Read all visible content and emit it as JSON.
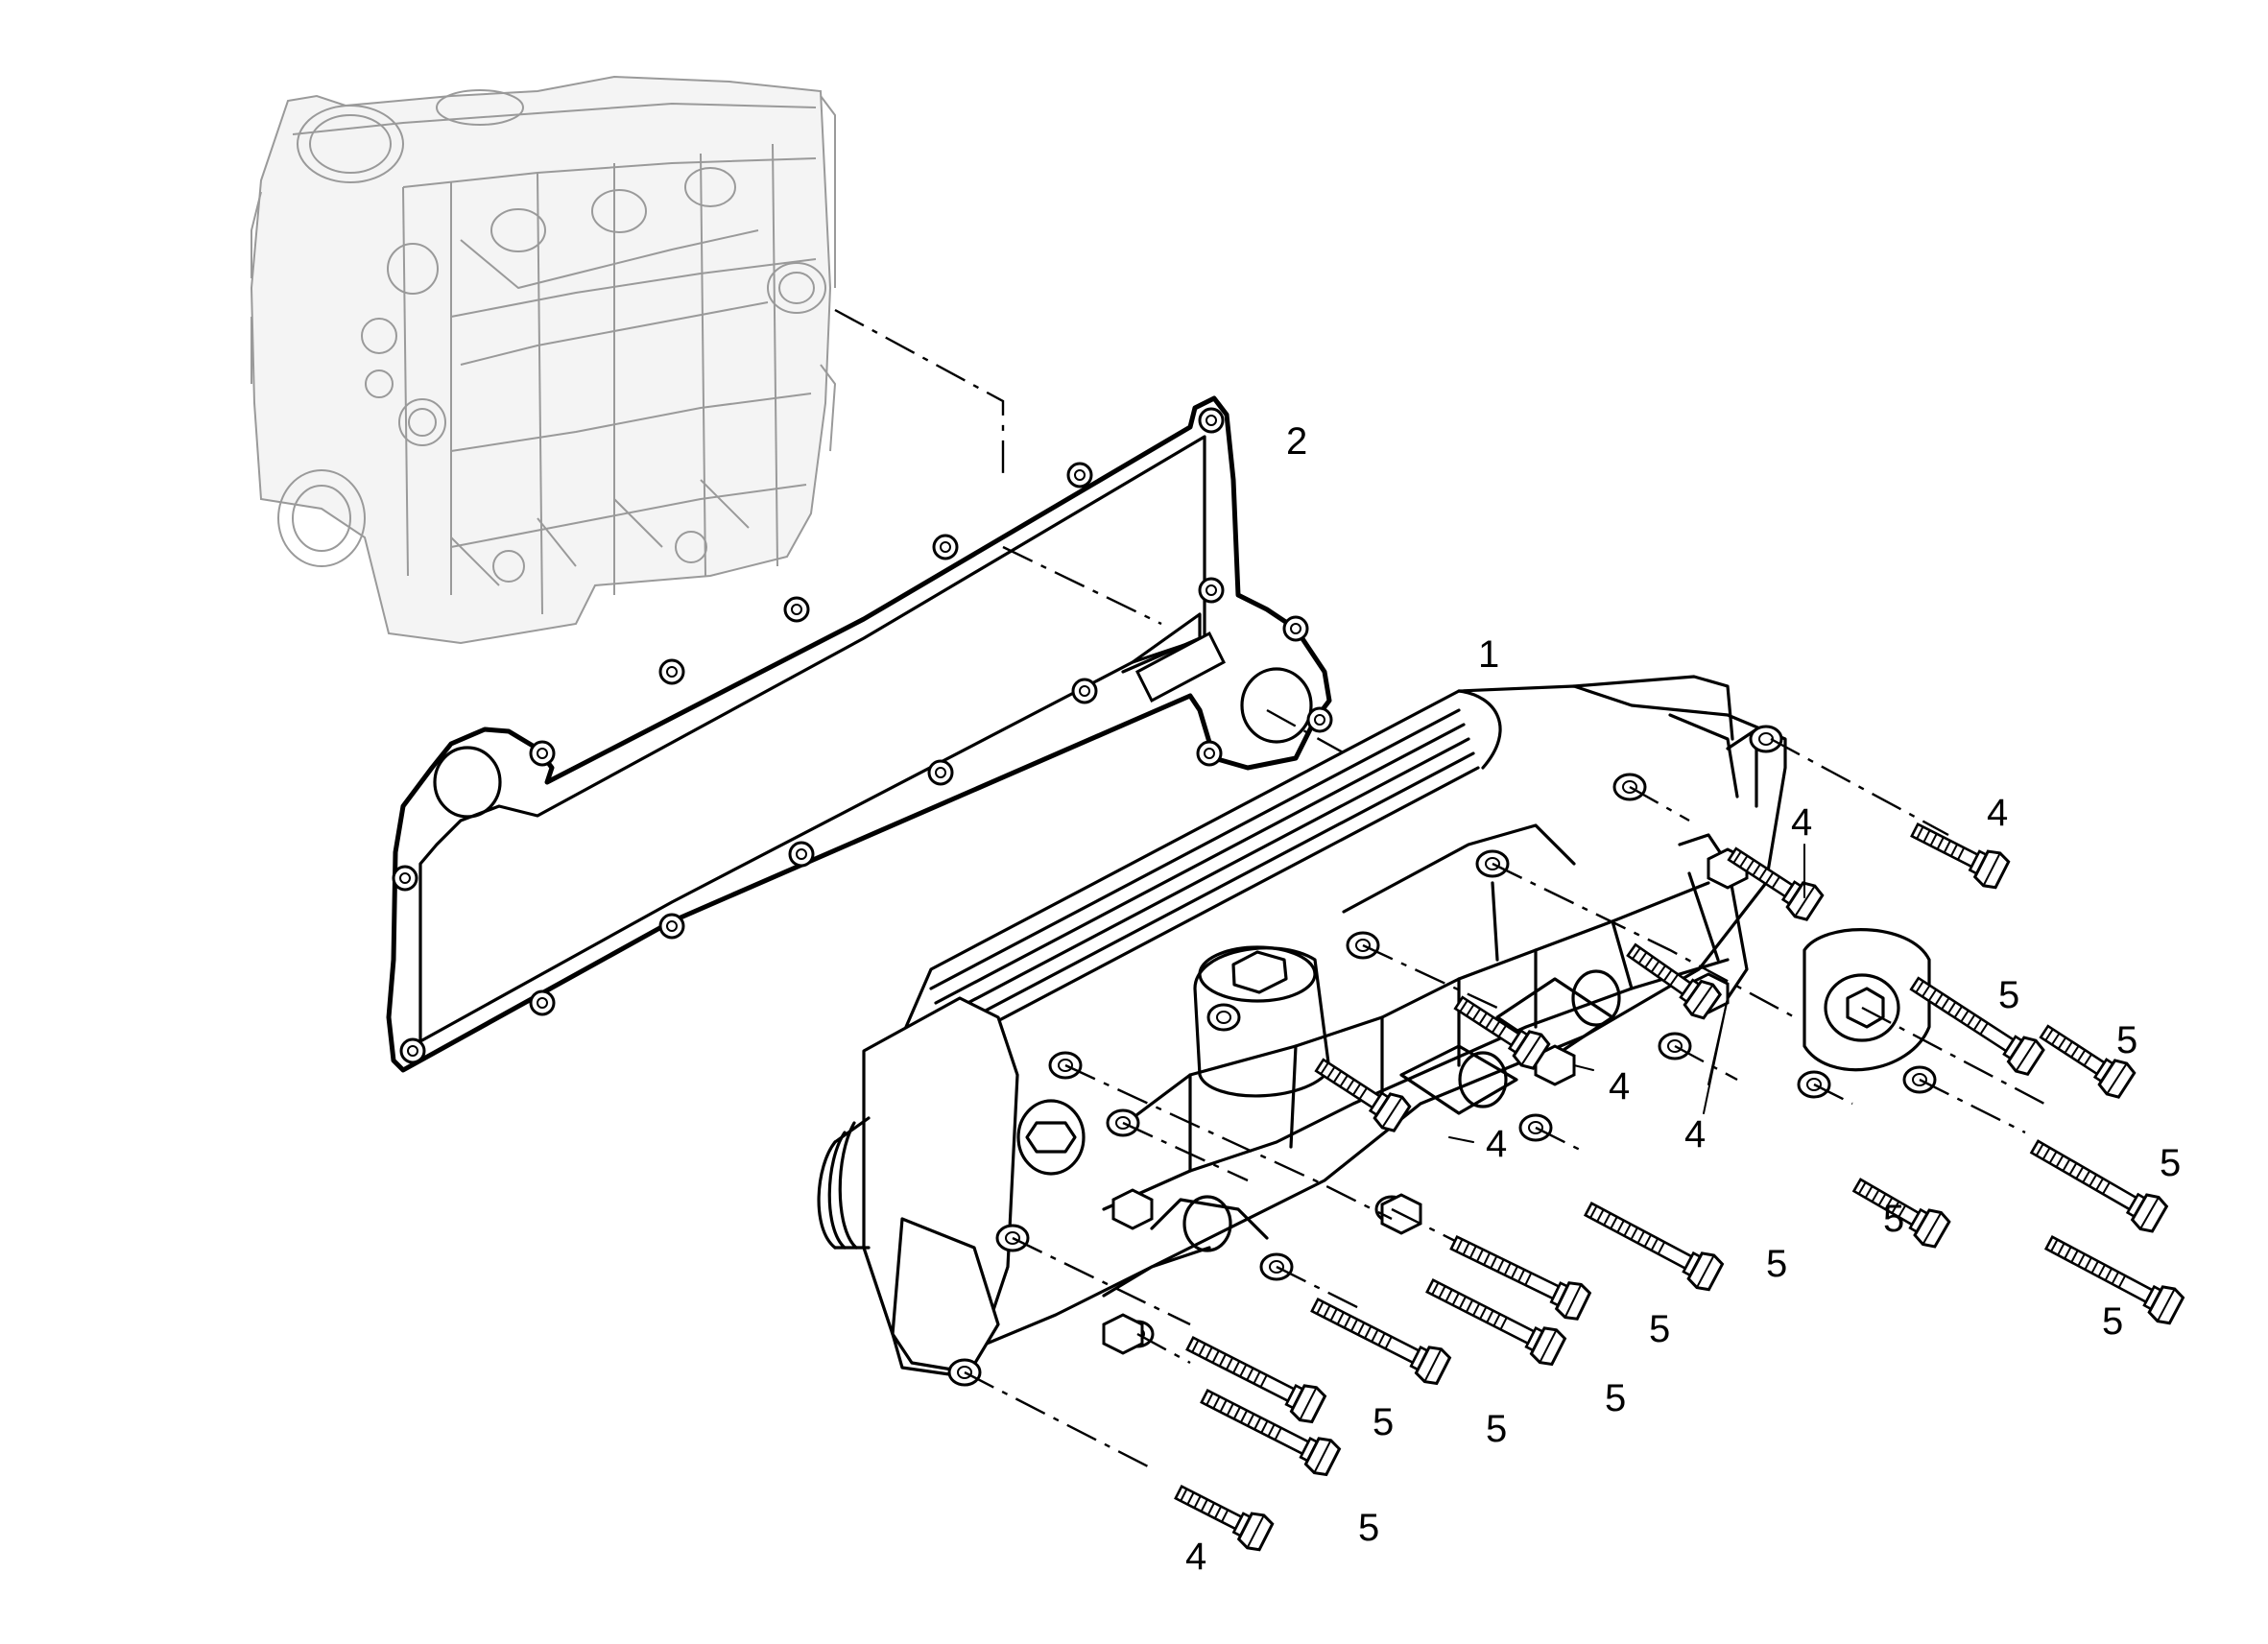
{
  "callouts": [
    {
      "id": "engine-block",
      "text": ""
    },
    {
      "id": "gasket",
      "text": "2"
    },
    {
      "id": "oil-cooler",
      "text": "1"
    },
    {
      "id": "screw-top-right",
      "text": "4"
    },
    {
      "id": "screw-upper-mid",
      "text": "4"
    },
    {
      "id": "screw-centre-a",
      "text": "4"
    },
    {
      "id": "screw-centre-b",
      "text": "4"
    },
    {
      "id": "screw-centre-c",
      "text": "4"
    },
    {
      "id": "screw-bottom-left",
      "text": "4"
    },
    {
      "id": "bolt-right-1",
      "text": "5"
    },
    {
      "id": "bolt-right-2",
      "text": "5"
    },
    {
      "id": "bolt-right-3",
      "text": "5"
    },
    {
      "id": "bolt-right-4",
      "text": "5"
    },
    {
      "id": "bolt-right-5",
      "text": "5"
    },
    {
      "id": "bolt-mid-1",
      "text": "5"
    },
    {
      "id": "bolt-mid-2",
      "text": "5"
    },
    {
      "id": "bolt-mid-3",
      "text": "5"
    },
    {
      "id": "bolt-low-1",
      "text": "5"
    },
    {
      "id": "bolt-low-2",
      "text": "5"
    },
    {
      "id": "bolt-low-3",
      "text": "5"
    }
  ]
}
